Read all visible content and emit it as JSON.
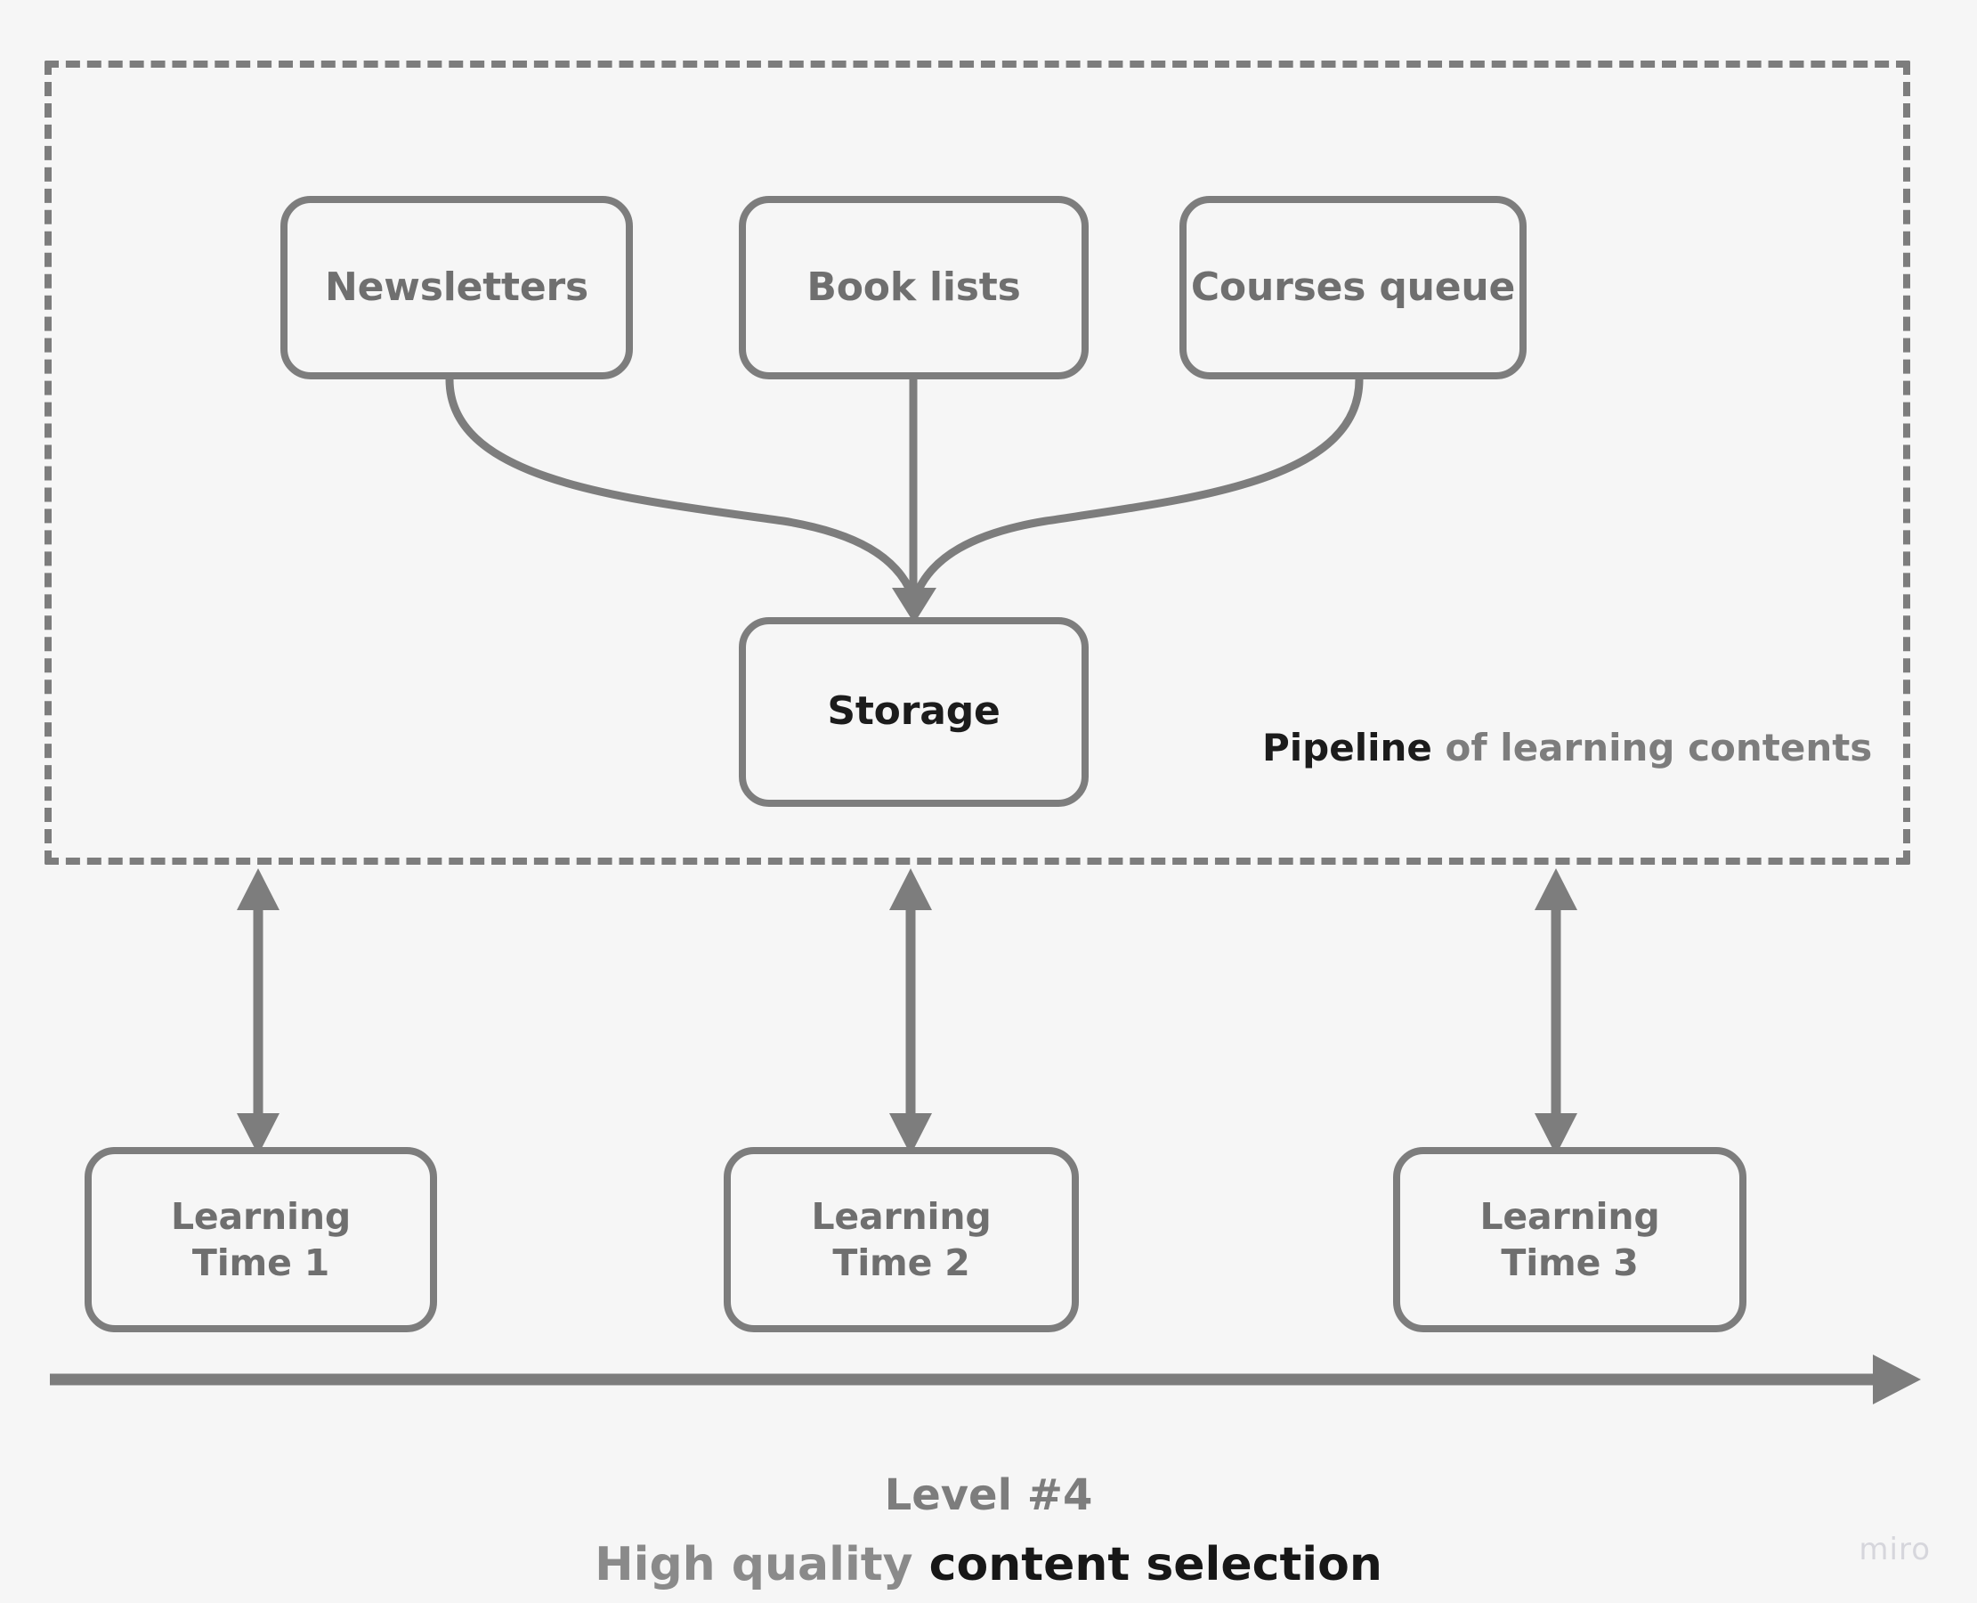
{
  "diagram": {
    "background_color": "#f6f6f6",
    "stroke_color": "#7d7d7d",
    "muted_text_color": "#6f6f6f",
    "strong_text_color": "#1c1c1c"
  },
  "pipeline": {
    "caption_strong": "Pipeline",
    "caption_muted": " of learning contents",
    "sources": [
      {
        "label": "Newsletters"
      },
      {
        "label": "Book lists"
      },
      {
        "label": "Courses queue"
      }
    ],
    "sink": {
      "label": "Storage"
    }
  },
  "timeline": {
    "slots": [
      {
        "line1": "Learning",
        "line2": "Time 1"
      },
      {
        "line1": "Learning",
        "line2": "Time 2"
      },
      {
        "line1": "Learning",
        "line2": "Time 3"
      }
    ]
  },
  "caption": {
    "line1": "Level #4",
    "line2_muted": "High quality ",
    "line2_strong": "content selection"
  },
  "watermark": {
    "label": "miro"
  }
}
